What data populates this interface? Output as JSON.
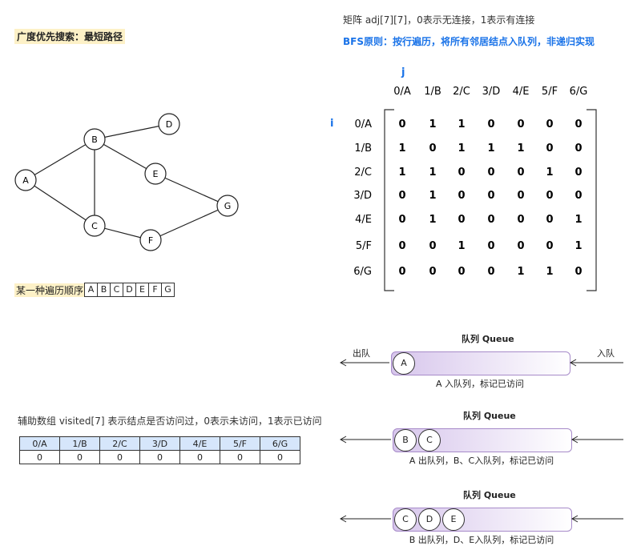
{
  "title": "广度优先搜索：最短路径",
  "graph": {
    "nodes": [
      {
        "id": "A",
        "label": "A"
      },
      {
        "id": "B",
        "label": "B"
      },
      {
        "id": "C",
        "label": "C"
      },
      {
        "id": "D",
        "label": "D"
      },
      {
        "id": "E",
        "label": "E"
      },
      {
        "id": "F",
        "label": "F"
      },
      {
        "id": "G",
        "label": "G"
      }
    ],
    "edges": [
      [
        "A",
        "B"
      ],
      [
        "A",
        "C"
      ],
      [
        "B",
        "C"
      ],
      [
        "B",
        "D"
      ],
      [
        "B",
        "E"
      ],
      [
        "C",
        "F"
      ],
      [
        "E",
        "G"
      ],
      [
        "F",
        "G"
      ]
    ]
  },
  "traversal": {
    "label": "某一种遍历顺序",
    "order": [
      "A",
      "B",
      "C",
      "D",
      "E",
      "F",
      "G"
    ]
  },
  "matrix": {
    "description": "矩阵  adj[7][7]，0表示无连接，1表示有连接",
    "principle": "BFS原则：按行遍历，将所有邻居结点入队列，非递归实现",
    "col_axis": "j",
    "row_axis": "i",
    "col_headers": [
      "0/A",
      "1/B",
      "2/C",
      "3/D",
      "4/E",
      "5/F",
      "6/G"
    ],
    "row_headers": [
      "0/A",
      "1/B",
      "2/C",
      "3/D",
      "4/E",
      "5/F",
      "6/G"
    ],
    "values": [
      [
        "0",
        "1",
        "1",
        "0",
        "0",
        "0",
        "0"
      ],
      [
        "1",
        "0",
        "1",
        "1",
        "1",
        "0",
        "0"
      ],
      [
        "1",
        "1",
        "0",
        "0",
        "0",
        "1",
        "0"
      ],
      [
        "0",
        "1",
        "0",
        "0",
        "0",
        "0",
        "0"
      ],
      [
        "0",
        "1",
        "0",
        "0",
        "0",
        "0",
        "1"
      ],
      [
        "0",
        "0",
        "1",
        "0",
        "0",
        "0",
        "1"
      ],
      [
        "0",
        "0",
        "0",
        "0",
        "1",
        "1",
        "0"
      ]
    ]
  },
  "visited": {
    "description": "辅助数组 visited[7] 表示结点是否访问过，0表示未访问，1表示已访问",
    "headers": [
      "0/A",
      "1/B",
      "2/C",
      "3/D",
      "4/E",
      "5/F",
      "6/G"
    ],
    "values": [
      "0",
      "0",
      "0",
      "0",
      "0",
      "0",
      "0"
    ]
  },
  "queues": [
    {
      "title": "队列 Queue",
      "out_label": "出队",
      "in_label": "入队",
      "items": [
        "A"
      ],
      "caption": "A 入队列，标记已访问"
    },
    {
      "title": "队列 Queue",
      "out_label": "",
      "in_label": "",
      "items": [
        "B",
        "C"
      ],
      "caption": "A 出队列，B、C入队列，标记已访问"
    },
    {
      "title": "队列 Queue",
      "out_label": "",
      "in_label": "",
      "items": [
        "C",
        "D",
        "E"
      ],
      "caption": "B 出队列，D、E入队列，标记已访问"
    }
  ]
}
